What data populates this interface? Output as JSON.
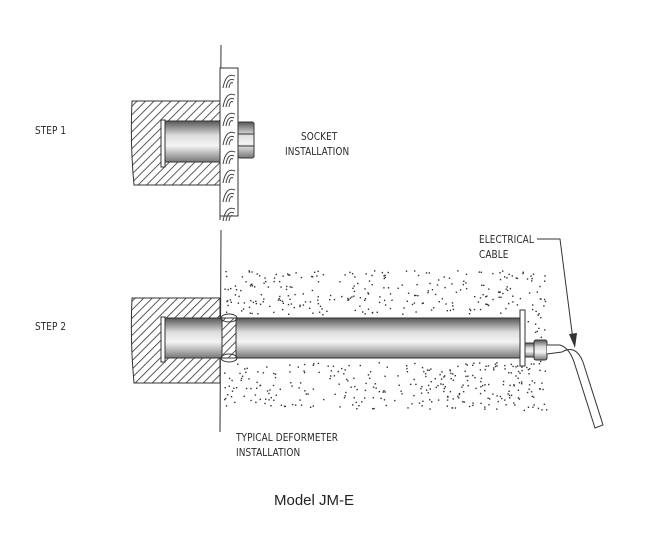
{
  "labels": {
    "step1": "STEP 1",
    "step2": "STEP 2",
    "socket_line1": "SOCKET",
    "socket_line2": "INSTALLATION",
    "cable_line1": "ELECTRICAL",
    "cable_line2": "CABLE",
    "deformeter_line1": "TYPICAL DEFORMETER",
    "deformeter_line2": "INSTALLATION"
  },
  "caption": "Model JM-E"
}
